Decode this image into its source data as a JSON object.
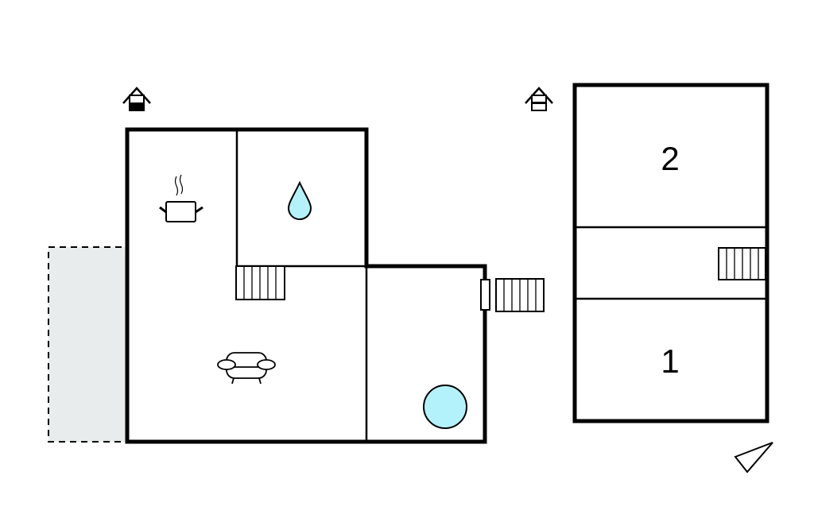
{
  "floors": [
    {
      "name": "ground-floor"
    },
    {
      "name": "upper-floor",
      "room_labels": [
        "2",
        "1"
      ]
    }
  ],
  "colors": {
    "wall": "#000000",
    "water": "#b3f2fb",
    "terrace": "#e9eced"
  },
  "icons": [
    "entrance-icon",
    "kitchen-pot-icon",
    "water-drop-icon",
    "sofa-icon",
    "hot-tub-icon",
    "stairs-icon",
    "compass-icon"
  ]
}
